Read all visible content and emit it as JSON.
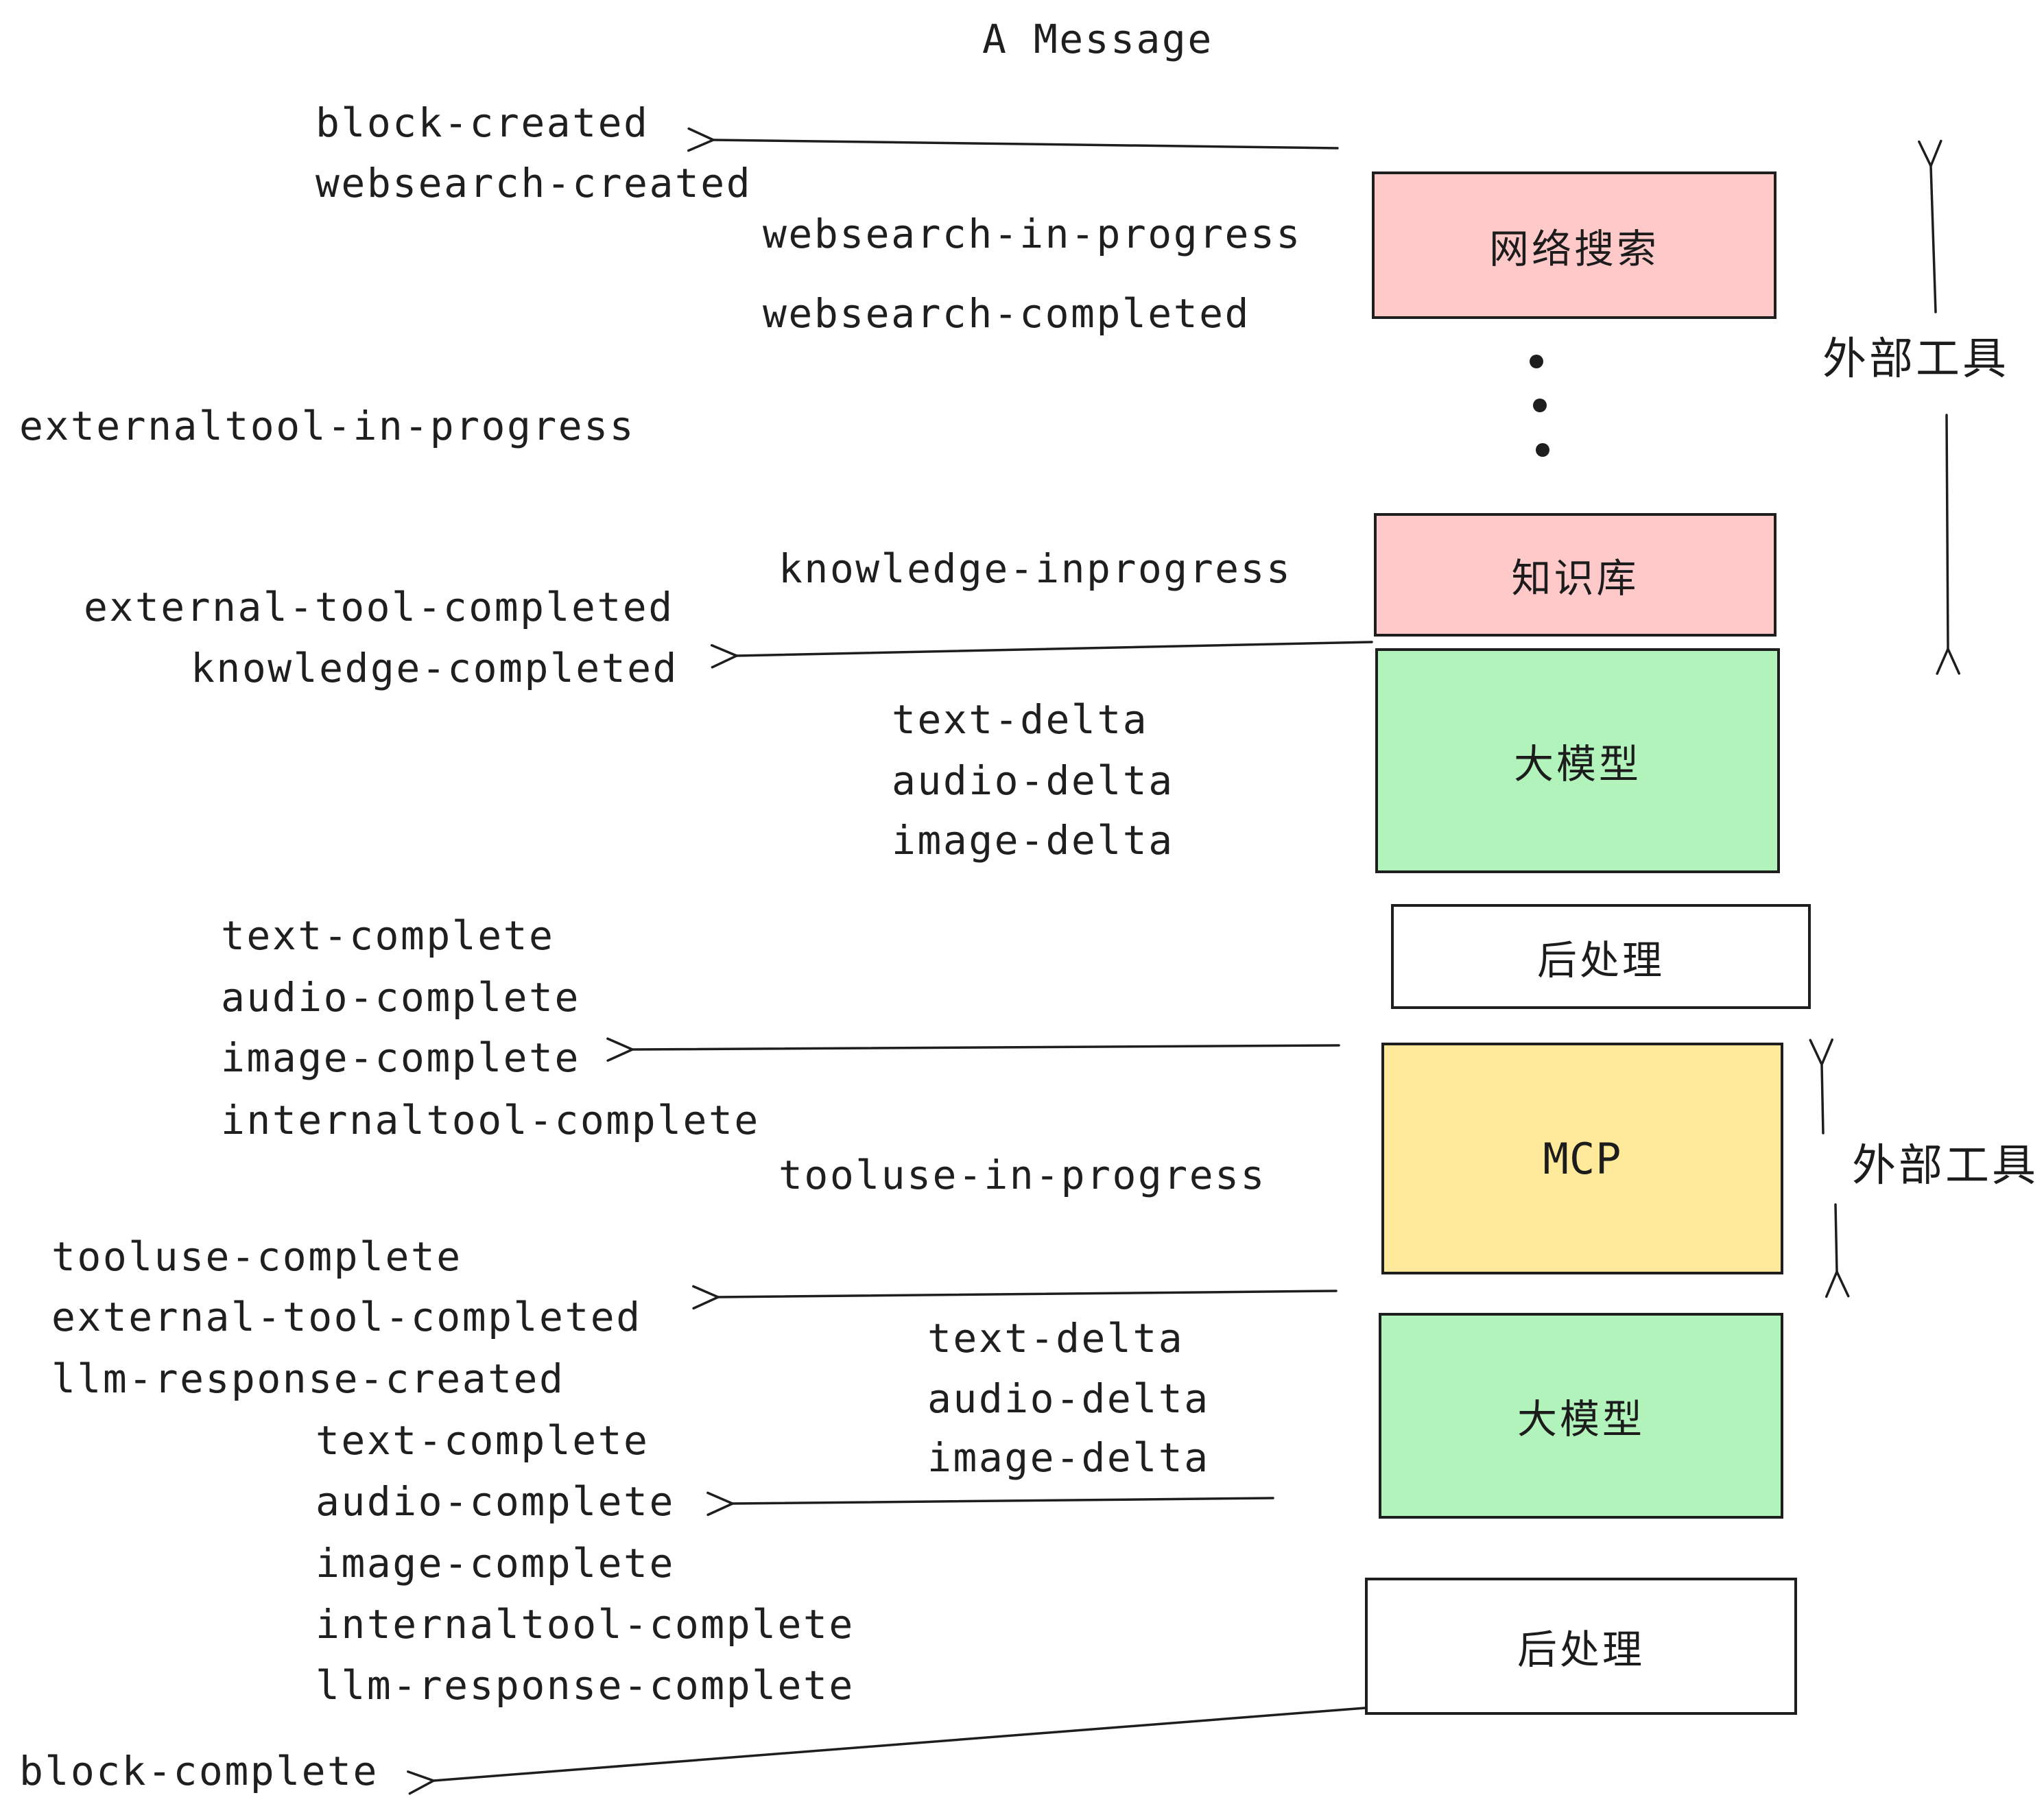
{
  "diagram": {
    "title": "A Message",
    "colors": {
      "pink": "#ffc9c9",
      "green": "#b2f2bb",
      "yellow": "#ffe99b",
      "white": "#ffffff",
      "ink": "#1e1e1e"
    },
    "boxes": {
      "websearch": {
        "label": "网络搜索",
        "fill": "#ffc9c9"
      },
      "knowledge": {
        "label": "知识库",
        "fill": "#ffc9c9"
      },
      "llm_1": {
        "label": "大模型",
        "fill": "#b2f2bb"
      },
      "post_1": {
        "label": "后处理",
        "fill": "#ffffff"
      },
      "mcp": {
        "label": "MCP",
        "fill": "#ffe99b"
      },
      "llm_2": {
        "label": "大模型",
        "fill": "#b2f2bb"
      },
      "post_2": {
        "label": "后处理",
        "fill": "#ffffff"
      }
    },
    "side_annotations": {
      "external_tools_1": "外部工具",
      "external_tools_2": "外部工具"
    },
    "events": {
      "block_created": "block-created",
      "websearch_created": "websearch-created",
      "websearch_in_progress": "websearch-in-progress",
      "websearch_completed": "websearch-completed",
      "externaltool_in_progress": "externaltool-in-progress",
      "knowledge_inprogress": "knowledge-inprogress",
      "external_tool_completed_1": "external-tool-completed",
      "knowledge_completed": "knowledge-completed",
      "text_delta_1": "text-delta",
      "audio_delta_1": "audio-delta",
      "image_delta_1": "image-delta",
      "text_complete_1": "text-complete",
      "audio_complete_1": "audio-complete",
      "image_complete_1": "image-complete",
      "internaltool_complete_1": "internaltool-complete",
      "tooluse_in_progress": "tooluse-in-progress",
      "tooluse_complete": "tooluse-complete",
      "external_tool_completed_2": "external-tool-completed",
      "llm_response_created": "llm-response-created",
      "text_complete_2": "text-complete",
      "audio_complete_2": "audio-complete",
      "text_delta_2": "text-delta",
      "audio_delta_2": "audio-delta",
      "image_delta_2": "image-delta",
      "image_complete_2": "image-complete",
      "internaltool_complete_2": "internaltool-complete",
      "llm_response_complete": "llm-response-complete",
      "block_complete": "block-complete"
    }
  }
}
